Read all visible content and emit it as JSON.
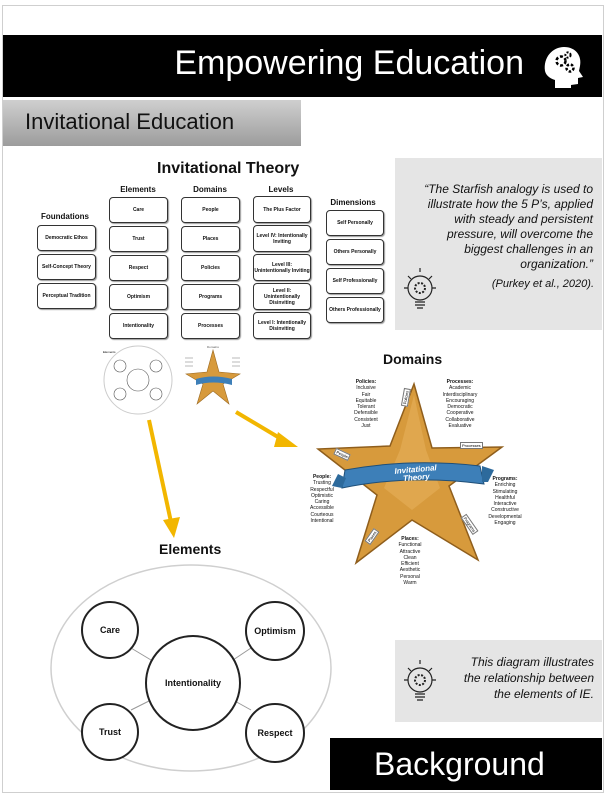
{
  "header": {
    "title": "Empowering Education"
  },
  "subheader": {
    "title": "Invitational Education"
  },
  "theory": {
    "title": "Invitational Theory",
    "columns": {
      "foundations": {
        "heading": "Foundations",
        "items": [
          "Democratic Ethos",
          "Self-Concept Theory",
          "Perceptual Tradition"
        ]
      },
      "elements": {
        "heading": "Elements",
        "items": [
          "Care",
          "Trust",
          "Respect",
          "Optimism",
          "Intentionality"
        ]
      },
      "domains": {
        "heading": "Domains",
        "items": [
          "People",
          "Places",
          "Policies",
          "Programs",
          "Processes"
        ]
      },
      "levels": {
        "heading": "Levels",
        "items": [
          "The Plus Factor",
          "Level IV: Intentionally Inviting",
          "Level III: Unintentionally Inviting",
          "Level II: Unintentionally Disinviting",
          "Level I: Intentionally Disinviting"
        ]
      },
      "dimensions": {
        "heading": "Dimensions",
        "items": [
          "Self Personally",
          "Others Personally",
          "Self Professionally",
          "Others Professionally"
        ]
      }
    }
  },
  "quote": {
    "text": "“The Starfish analogy is used to illustrate how the 5 P’s, applied with steady and persistent pressure, will overcome the biggest challenges in an organization.”",
    "citation": "(Purkey et al., 2020)."
  },
  "thumbnails": {
    "elements_label": "Elements",
    "domains_label": "Domains"
  },
  "starfish": {
    "heading": "Domains",
    "banner": "Invitational Theory",
    "groups": {
      "policies": {
        "heading": "Policies:",
        "items": [
          "Inclusive",
          "Fair",
          "Equitable",
          "Tolerant",
          "Defensible",
          "Consistent",
          "Just"
        ]
      },
      "processes": {
        "heading": "Processes:",
        "items": [
          "Academic",
          "Interdisciplinary",
          "Encouraging",
          "Democratic",
          "Cooperative",
          "Collaborative",
          "Evaluative"
        ]
      },
      "people": {
        "heading": "People:",
        "items": [
          "Trusting",
          "Respectful",
          "Optimistic",
          "Caring",
          "Accessible",
          "Courteous",
          "Intentional"
        ]
      },
      "programs": {
        "heading": "Programs:",
        "items": [
          "Enriching",
          "Stimulating",
          "Healthful",
          "Interactive",
          "Constructive",
          "Developmental",
          "Engaging"
        ]
      },
      "places": {
        "heading": "Places:",
        "items": [
          "Functional",
          "Attractive",
          "Clean",
          "Efficient",
          "Aesthetic",
          "Personal",
          "Warm"
        ]
      }
    },
    "arm_tags": {
      "policies": "Policies",
      "processes": "Processes",
      "people": "People",
      "programs": "Programs",
      "places": "Places"
    }
  },
  "elements_diagram": {
    "heading": "Elements",
    "center": "Intentionality",
    "care": "Care",
    "optimism": "Optimism",
    "trust": "Trust",
    "respect": "Respect"
  },
  "diagram_note": {
    "text": "This diagram illustrates the relationship between the elements of IE."
  },
  "footer": {
    "label": "Background"
  },
  "colors": {
    "arrow": "#f2b600",
    "banner": "#3d7fb8",
    "star": "#d79a3c",
    "panel": "#e5e5e5"
  },
  "icons": {
    "header": "head-gears-icon",
    "boxes": "lightbulb-gear-icon"
  }
}
